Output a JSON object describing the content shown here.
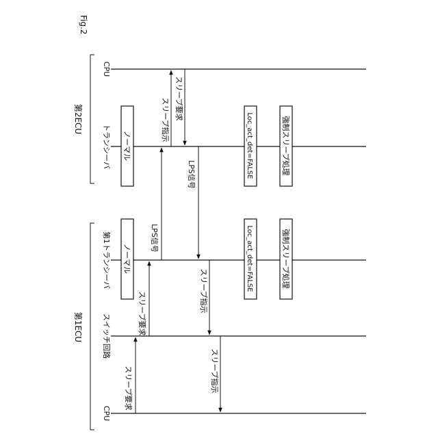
{
  "figure_label": "Fig.2",
  "ecu2": {
    "group_label": "第2ECU",
    "cpu_label": "CPU",
    "transceiver_label": "トランシーバ",
    "arrows": {
      "sleep_instruction": "スリープ指示",
      "sleep_request": "スリープ要求",
      "lps_signal": "LPS信号"
    },
    "normal_box": "ノーマル",
    "loc_box": "Loc_act_det=FALSE",
    "forced_box": "強制スリープ処理"
  },
  "ecu1": {
    "group_label": "第1ECU",
    "transceiver_label": "第1トランシーバ",
    "switch_label": "スイッチ回路",
    "cpu_label": "CPU",
    "arrows": {
      "lps_signal": "LPS信号",
      "sleep_request_switch": "スリープ要求",
      "sleep_instruction_transceiver": "スリープ指示",
      "sleep_request_cpu": "スリープ要求",
      "sleep_instruction_cpu": "スリープ指示"
    },
    "normal_box": "ノーマル",
    "loc_box": "Loc_act_det=FALSE",
    "forced_box": "強制スリープ処理"
  }
}
